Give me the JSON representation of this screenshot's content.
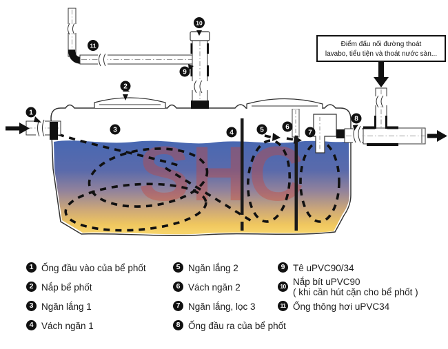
{
  "watermark": "SHC",
  "callout": {
    "line1": "Điểm đấu nối đường thoát",
    "line2": "lavabo, tiểu tiện và thoát nước sàn..."
  },
  "legend": {
    "items": [
      {
        "num": "1",
        "label": "Ống đầu vào của bể phốt"
      },
      {
        "num": "2",
        "label": "Nắp bể phốt"
      },
      {
        "num": "3",
        "label": "Ngăn lắng 1"
      },
      {
        "num": "4",
        "label": "Vách ngăn 1"
      },
      {
        "num": "5",
        "label": "Ngăn lắng 2"
      },
      {
        "num": "6",
        "label": "Vách ngăn 2"
      },
      {
        "num": "7",
        "label": "Ngăn lắng, lọc 3"
      },
      {
        "num": "8",
        "label": "Ống đầu ra của bể phốt"
      },
      {
        "num": "9",
        "label": "Tê uPVC90/34"
      },
      {
        "num": "10",
        "label": "Nắp bít uPVC90",
        "label2": "( khi cần hút cặn cho bể phốt )"
      },
      {
        "num": "11",
        "label": "Ống thông hơi uPVC34"
      }
    ]
  },
  "colors": {
    "water_top": "#4868b2",
    "water_mid": "#93839b",
    "water_low": "#cda878",
    "water_bottom": "#f8d66c",
    "watermark": "#c8473c",
    "line": "#111111"
  }
}
